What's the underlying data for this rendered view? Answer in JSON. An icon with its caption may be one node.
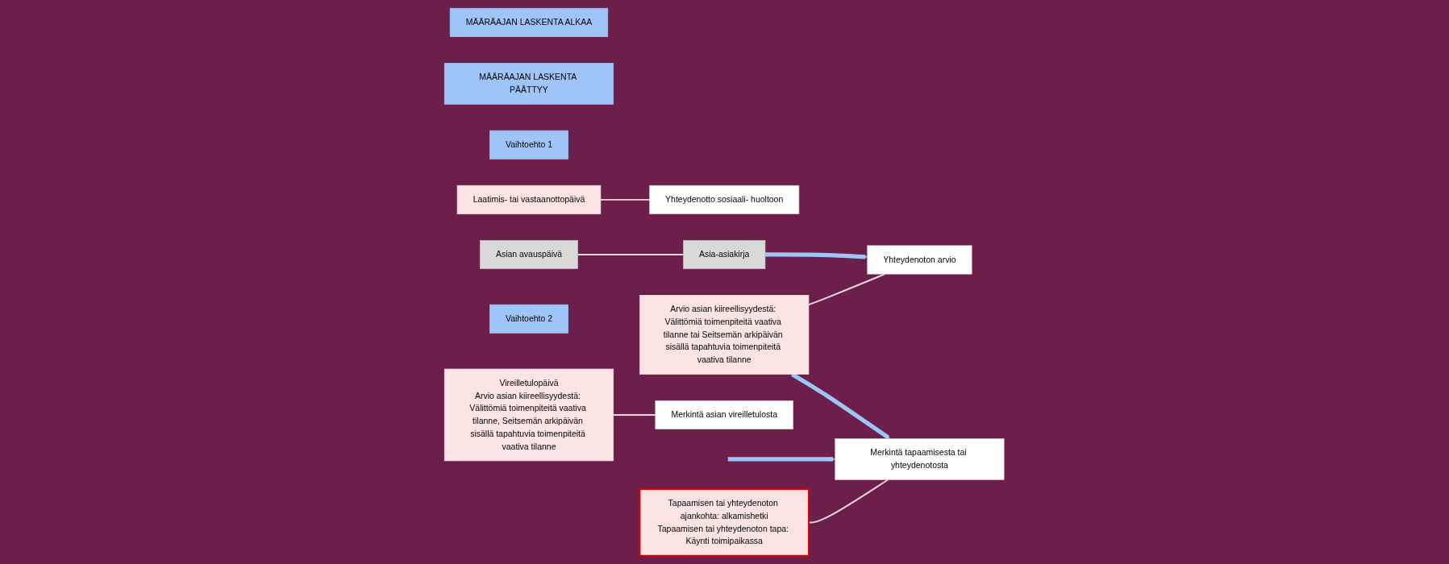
{
  "diagram": {
    "nodes": [
      {
        "text": [
          "MÄÄRÄAJAN LASKENTA ALKAA"
        ]
      },
      {
        "text": [
          "MÄÄRÄAJAN LASKENTA PÄÄTTYY"
        ]
      },
      {
        "text": [
          "Vaihtoehto 1"
        ]
      },
      {
        "text": [
          "Yhteydenotto sosiaali- huoltoon"
        ]
      },
      {
        "text": [
          "Asia-asiakirja"
        ]
      },
      {
        "text": [
          "Asian avauspäivä"
        ]
      },
      {
        "text": [
          "Laatimis- tai vastaanottopäivä"
        ]
      },
      {
        "text": [
          "Yhteydenoton arvio"
        ]
      },
      {
        "text": [
          "Arvio asian kiireellisyydestä: Välittömiä toimenpiteitä vaativa tilanne tai Seitsemän arkipäivän sisällä tapahtuvia toimenpiteitä vaativa tilanne"
        ]
      },
      {
        "text": [
          "Merkintä tapaamisesta tai yhteydenotosta"
        ]
      },
      {
        "text": [
          "Vaihtoehto 2"
        ]
      },
      {
        "text": [
          "Merkintä asian vireilletulosta"
        ]
      },
      {
        "text": [
          "Vireilletulopäivä",
          "Arvio asian kiireellisyydestä: Välittömiä toimenpiteitä vaativa tilanne, Seitsemän arkipäivän sisällä tapahtuvia toimenpiteitä vaativa tilanne"
        ]
      },
      {
        "text": [
          "Tapaamisen tai yhteydenoton ajankohta: alkamishetki",
          "Tapaamisen tai yhteydenoton tapa: Käynti toimipaikassa"
        ]
      }
    ],
    "edges": [
      {
        "from": 4,
        "to": 7,
        "arrow": "to",
        "style": "thick",
        "color": "#9fc5f8"
      },
      {
        "from": 8,
        "to": 9,
        "arrow": "to",
        "style": "thick",
        "color": "#9fc5f8"
      },
      {
        "from": null,
        "to": 9,
        "arrow": "to",
        "style": "thick",
        "color": "#9fc5f8"
      },
      {
        "from": 5,
        "to": 4,
        "arrow": "none"
      },
      {
        "from": 6,
        "to": 3,
        "arrow": "none"
      },
      {
        "from": 8,
        "to": 7,
        "arrow": "none"
      },
      {
        "from": 12,
        "to": 11,
        "arrow": "none"
      },
      {
        "from": 13,
        "to": 9,
        "arrow": "none"
      }
    ]
  }
}
